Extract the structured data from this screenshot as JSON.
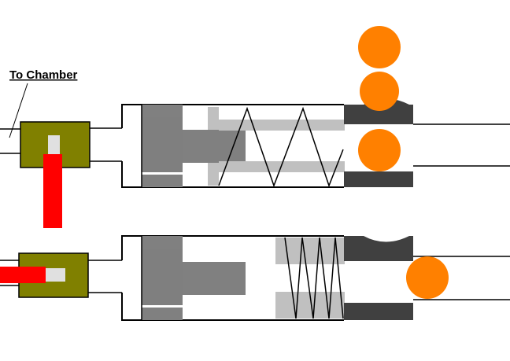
{
  "labels": {
    "to_chamber": "To Chamber"
  },
  "colors": {
    "background": "#ffffff",
    "outline": "#000000",
    "valve_body": "#808000",
    "valve_port": "#e0e0e0",
    "pin": "#ff0000",
    "piston_dark": "#7f7f7f",
    "piston_light": "#c0c0c0",
    "breech": "#404040",
    "ball": "#ff8000"
  },
  "diagram": {
    "top_assembly": {
      "state": "cocked",
      "spring": "compressed-open",
      "balls_stacked": 3
    },
    "bottom_assembly": {
      "state": "fired",
      "spring": "compressed-tight",
      "balls_in_barrel": 1
    }
  }
}
